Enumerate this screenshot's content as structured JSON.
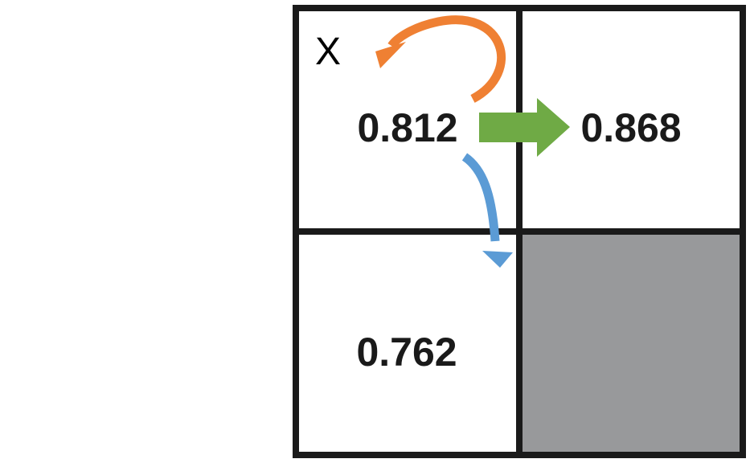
{
  "grid": {
    "cells": {
      "top_left": {
        "value": "0.812",
        "marker": "X"
      },
      "top_right": {
        "value": "0.868"
      },
      "bottom_left": {
        "value": "0.762"
      },
      "bottom_right": {
        "value": "",
        "blocked": true
      }
    }
  },
  "colors": {
    "border": "#1a1a1a",
    "blocked_cell": "#98999b",
    "stay_arrow": "#ef8033",
    "right_arrow": "#6faa45",
    "down_arrow": "#5b9bd5"
  }
}
